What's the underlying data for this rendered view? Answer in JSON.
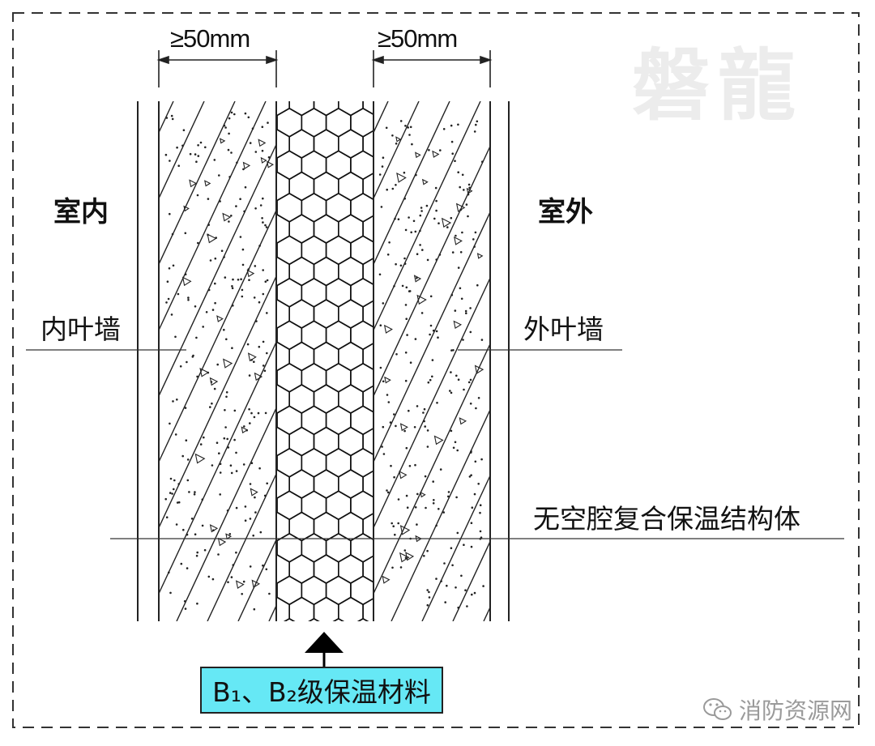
{
  "dimensions": {
    "left_width": "≥50mm",
    "right_width": "≥50mm"
  },
  "labels": {
    "indoor": "室内",
    "outdoor": "室外",
    "inner_leaf_wall": "内叶墙",
    "outer_leaf_wall": "外叶墙",
    "composite_structure": "无空腔复合保温结构体"
  },
  "material_box": {
    "text": "B₁、B₂级保温材料",
    "background": "#66e8f5"
  },
  "watermark": {
    "text": "磐龍"
  },
  "source": {
    "text": "消防资源网",
    "icon": "wechat-icon"
  },
  "colors": {
    "line": "#222222",
    "frame_dash": "#333333",
    "watermark": "#ececec",
    "source_text": "#9a9a9a"
  }
}
